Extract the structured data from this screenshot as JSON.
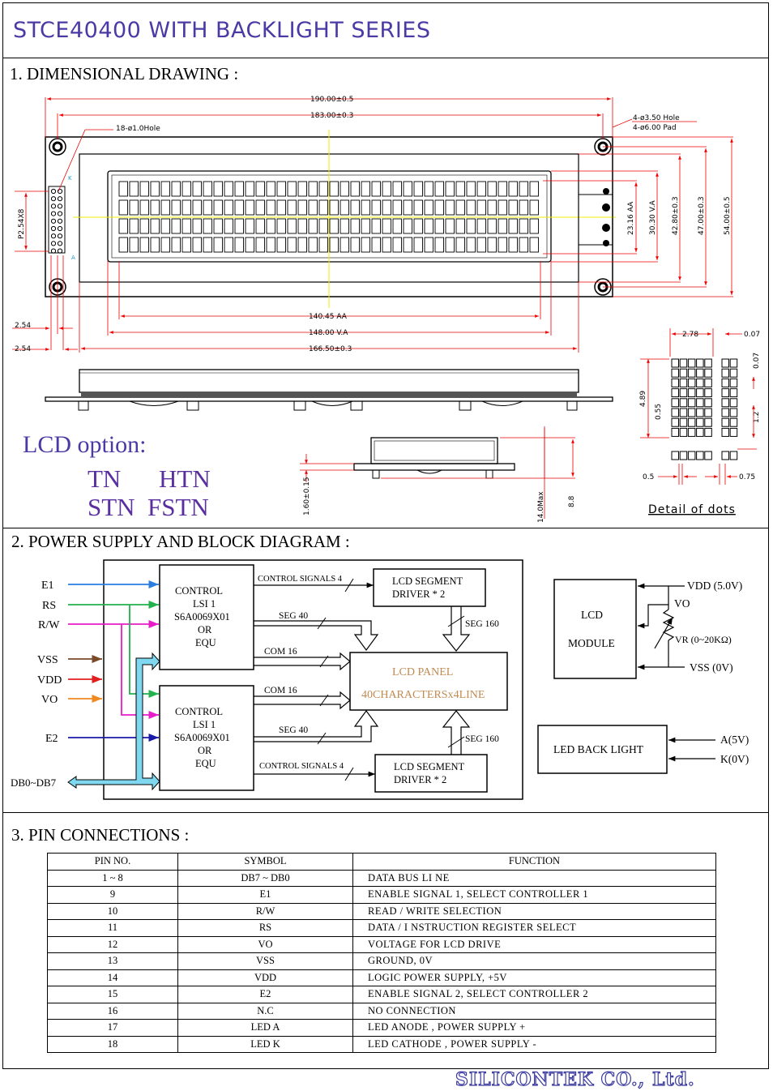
{
  "title": "STCE40400  WITH BACKLIGHT SERIES",
  "sections": {
    "s1": "1. DIMENSIONAL  DRAWING :",
    "s2": "2. POWER SUPPLY   AND  BLOCK DIAGRAM :",
    "s3": "3. PIN  CONNECTIONS :"
  },
  "drawing": {
    "dim_190": "190.00±0.5",
    "dim_183": "183.00±0.3",
    "hole_18": "18-ø1.0Hole",
    "hole_4a": "4-ø3.50  Hole",
    "hole_4b": "4-ø6.00  Pad",
    "pitch": "P2.54X8",
    "v_2316": "23.16  AA",
    "v_3030": "30.30  V.A",
    "v_4280": "42.80±0.3",
    "v_4700": "47.00±0.3",
    "v_5400": "54.00±0.5",
    "h_14045": "140.45  AA",
    "h_14800": "148.00  V.A",
    "h_16650": "166.50±0.3",
    "d_254a": "2.54",
    "d_254b": "2.54",
    "d_160": "1.60±0.15",
    "d_140": "14.0Max",
    "d_88": "8.8",
    "pin_k": "K",
    "pin_a": "A",
    "dot_278": "2.78",
    "dot_007a": "0.07",
    "dot_007b": "0.07",
    "dot_489": "4.89",
    "dot_055": "0.55",
    "dot_12": "1.2",
    "dot_05": "0.5",
    "dot_075": "0.75",
    "detail": "Detail  of  dots"
  },
  "lcd_option": {
    "label": "LCD option:",
    "opt1": "TN",
    "opt2": "HTN",
    "opt3": "STN",
    "opt4": "FSTN"
  },
  "block": {
    "sig_e1": "E1",
    "sig_rs": "RS",
    "sig_rw": "R/W",
    "sig_vss": "VSS",
    "sig_vdd": "VDD",
    "sig_vo": "VO",
    "sig_e2": "E2",
    "sig_db": "DB0~DB7",
    "ctrl1": [
      "CONTROL",
      "LSI  1",
      "S6A0069X01",
      "OR",
      "EQU"
    ],
    "ctrl2": [
      "CONTROL",
      "LSI  1",
      "S6A0069X01",
      "OR",
      "EQU"
    ],
    "seg_drv1": [
      "LCD  SEGMENT",
      "DRIVER  * 2"
    ],
    "seg_drv2": [
      "LCD  SEGMENT",
      "DRIVER  * 2"
    ],
    "panel1": "LCD  PANEL",
    "panel2": "40CHARACTERSx4LINE",
    "cs4_top": "CONTROL SIGNALS 4",
    "cs4_bot": "CONTROL SIGNALS 4",
    "seg40_top": "SEG 40",
    "seg40_bot": "SEG 40",
    "com16_top": "COM 16",
    "com16_bot": "COM 16",
    "seg160_top": "SEG 160",
    "seg160_bot": "SEG 160",
    "module1": "LCD",
    "module2": "MODULE",
    "vdd": "VDD (5.0V)",
    "vo": "VO",
    "vr": "VR (0~20KΩ)",
    "vss": "VSS (0V)",
    "led": "LED BACK LIGHT",
    "a5v": "A(5V)",
    "k0v": "K(0V)",
    "colors": {
      "e1": "#2a7de1",
      "rs": "#22b14c",
      "rw": "#e81cc8",
      "vss": "#7a4a2a",
      "vdd": "#e02020",
      "vo": "#f08a20",
      "e2": "#1a1aa8",
      "bus": "#7fd8f0",
      "panel": "#c08a50"
    }
  },
  "pins": {
    "headers": [
      "PIN  NO.",
      "SYMBOL",
      "FUNCTION"
    ],
    "rows": [
      [
        "1 ~ 8",
        "DB7 ~ DB0",
        "DATA  BUS  LI NE"
      ],
      [
        "9",
        "E1",
        "ENABLE  SIGNAL   1,  SELECT  CONTROLLER 1"
      ],
      [
        "10",
        "R/W",
        "READ / WRITE  SELECTION"
      ],
      [
        "11",
        "RS",
        "DATA / I NSTRUCTION REGISTER  SELECT"
      ],
      [
        "12",
        "VO",
        "VOLTAGE    FOR    LCD    DRIVE"
      ],
      [
        "13",
        "VSS",
        "GROUND, 0V"
      ],
      [
        "14",
        "VDD",
        "LOGIC  POWER  SUPPLY,  +5V"
      ],
      [
        "15",
        "E2",
        "ENABLE  SIGNAL  2,  SELECT  CONTROLLER 2"
      ],
      [
        "16",
        "N.C",
        "NO   CONNECTION"
      ],
      [
        "17",
        "LED A",
        "LED ANODE ,  POWER  SUPPLY  +"
      ],
      [
        "18",
        "LED K",
        "LED CATHODE , POWER SUPPLY  -"
      ]
    ]
  },
  "company": "SILICONTEK CO., Ltd."
}
